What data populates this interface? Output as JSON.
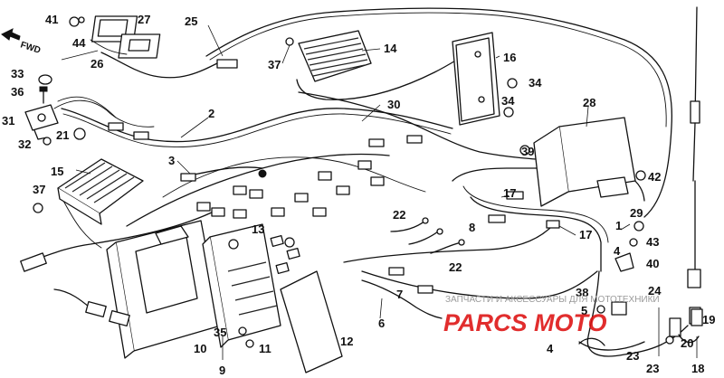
{
  "diagram": {
    "orientation": "FWD",
    "watermark": {
      "line1": "ЗАПЧАСТИ И АКСЕССУАРЫ ДЛЯ МОТОТЕХНИКИ",
      "line2": "PARCS MOTO"
    },
    "callouts": [
      {
        "id": "c1",
        "text": "1"
      },
      {
        "id": "c2",
        "text": "2"
      },
      {
        "id": "c3",
        "text": "3"
      },
      {
        "id": "c4a",
        "text": "4"
      },
      {
        "id": "c4b",
        "text": "4"
      },
      {
        "id": "c5",
        "text": "5"
      },
      {
        "id": "c6",
        "text": "6"
      },
      {
        "id": "c7",
        "text": "7"
      },
      {
        "id": "c8",
        "text": "8"
      },
      {
        "id": "c9",
        "text": "9"
      },
      {
        "id": "c10",
        "text": "10"
      },
      {
        "id": "c11",
        "text": "11"
      },
      {
        "id": "c12",
        "text": "12"
      },
      {
        "id": "c13",
        "text": "13"
      },
      {
        "id": "c14",
        "text": "14"
      },
      {
        "id": "c15",
        "text": "15"
      },
      {
        "id": "c16",
        "text": "16"
      },
      {
        "id": "c17a",
        "text": "17"
      },
      {
        "id": "c17b",
        "text": "17"
      },
      {
        "id": "c18",
        "text": "18"
      },
      {
        "id": "c19",
        "text": "19"
      },
      {
        "id": "c20",
        "text": "20"
      },
      {
        "id": "c21",
        "text": "21"
      },
      {
        "id": "c22a",
        "text": "22"
      },
      {
        "id": "c22b",
        "text": "22"
      },
      {
        "id": "c23a",
        "text": "23"
      },
      {
        "id": "c23b",
        "text": "23"
      },
      {
        "id": "c24",
        "text": "24"
      },
      {
        "id": "c25",
        "text": "25"
      },
      {
        "id": "c26",
        "text": "26"
      },
      {
        "id": "c27",
        "text": "27"
      },
      {
        "id": "c28",
        "text": "28"
      },
      {
        "id": "c29",
        "text": "29"
      },
      {
        "id": "c30",
        "text": "30"
      },
      {
        "id": "c31",
        "text": "31"
      },
      {
        "id": "c32",
        "text": "32"
      },
      {
        "id": "c33",
        "text": "33"
      },
      {
        "id": "c34a",
        "text": "34"
      },
      {
        "id": "c34b",
        "text": "34"
      },
      {
        "id": "c35",
        "text": "35"
      },
      {
        "id": "c36",
        "text": "36"
      },
      {
        "id": "c37a",
        "text": "37"
      },
      {
        "id": "c37b",
        "text": "37"
      },
      {
        "id": "c38",
        "text": "38"
      },
      {
        "id": "c39",
        "text": "39"
      },
      {
        "id": "c40",
        "text": "40"
      },
      {
        "id": "c41",
        "text": "41"
      },
      {
        "id": "c42",
        "text": "42"
      },
      {
        "id": "c43",
        "text": "43"
      },
      {
        "id": "c44",
        "text": "44"
      }
    ]
  }
}
